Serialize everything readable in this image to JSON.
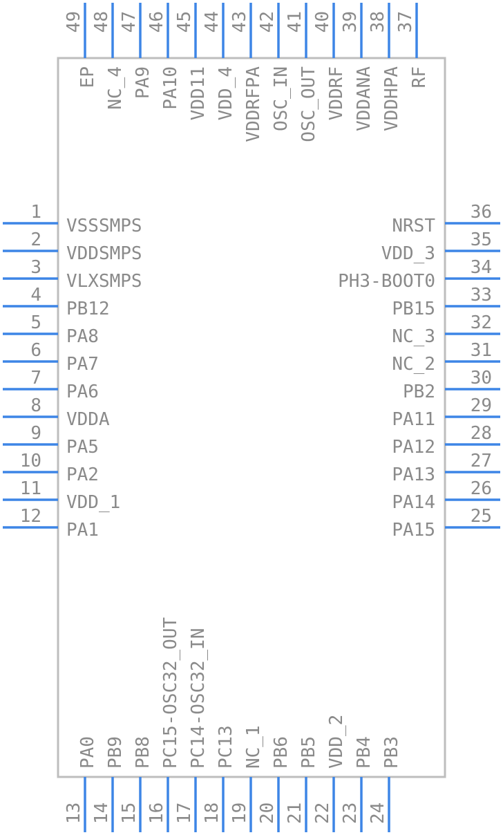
{
  "pins": {
    "left": [
      {
        "num": "1",
        "name": "VSSSMPS"
      },
      {
        "num": "2",
        "name": "VDDSMPS"
      },
      {
        "num": "3",
        "name": "VLXSMPS"
      },
      {
        "num": "4",
        "name": "PB12"
      },
      {
        "num": "5",
        "name": "PA8"
      },
      {
        "num": "6",
        "name": "PA7"
      },
      {
        "num": "7",
        "name": "PA6"
      },
      {
        "num": "8",
        "name": "VDDA"
      },
      {
        "num": "9",
        "name": "PA5"
      },
      {
        "num": "10",
        "name": "PA2"
      },
      {
        "num": "11",
        "name": "VDD_1"
      },
      {
        "num": "12",
        "name": "PA1"
      }
    ],
    "bottom": [
      {
        "num": "13",
        "name": "PA0"
      },
      {
        "num": "14",
        "name": "PB9"
      },
      {
        "num": "15",
        "name": "PB8"
      },
      {
        "num": "16",
        "name": "PC15-OSC32_OUT"
      },
      {
        "num": "17",
        "name": "PC14-OSC32_IN"
      },
      {
        "num": "18",
        "name": "PC13"
      },
      {
        "num": "19",
        "name": "NC_1"
      },
      {
        "num": "20",
        "name": "PB6"
      },
      {
        "num": "21",
        "name": "PB5"
      },
      {
        "num": "22",
        "name": "VDD_2"
      },
      {
        "num": "23",
        "name": "PB4"
      },
      {
        "num": "24",
        "name": "PB3"
      }
    ],
    "right": [
      {
        "num": "25",
        "name": "PA15"
      },
      {
        "num": "26",
        "name": "PA14"
      },
      {
        "num": "27",
        "name": "PA13"
      },
      {
        "num": "28",
        "name": "PA12"
      },
      {
        "num": "29",
        "name": "PA11"
      },
      {
        "num": "30",
        "name": "PB2"
      },
      {
        "num": "31",
        "name": "NC_2"
      },
      {
        "num": "32",
        "name": "NC_3"
      },
      {
        "num": "33",
        "name": "PB15"
      },
      {
        "num": "34",
        "name": "PH3-BOOT0"
      },
      {
        "num": "35",
        "name": "VDD_3"
      },
      {
        "num": "36",
        "name": "NRST"
      }
    ],
    "top": [
      {
        "num": "37",
        "name": "RF"
      },
      {
        "num": "38",
        "name": "VDDHPA"
      },
      {
        "num": "39",
        "name": "VDDANA"
      },
      {
        "num": "40",
        "name": "VDDRF"
      },
      {
        "num": "41",
        "name": "OSC_OUT"
      },
      {
        "num": "42",
        "name": "OSC_IN"
      },
      {
        "num": "43",
        "name": "VDDRFPA"
      },
      {
        "num": "44",
        "name": "VDD_4"
      },
      {
        "num": "45",
        "name": "VDD11"
      },
      {
        "num": "46",
        "name": "PA10"
      },
      {
        "num": "47",
        "name": "PA9"
      },
      {
        "num": "48",
        "name": "NC_4"
      },
      {
        "num": "49",
        "name": "EP"
      }
    ]
  },
  "colors": {
    "pin": "#3d85e6",
    "body_outline": "#bdbdbd",
    "text": "#8a8a8a"
  }
}
